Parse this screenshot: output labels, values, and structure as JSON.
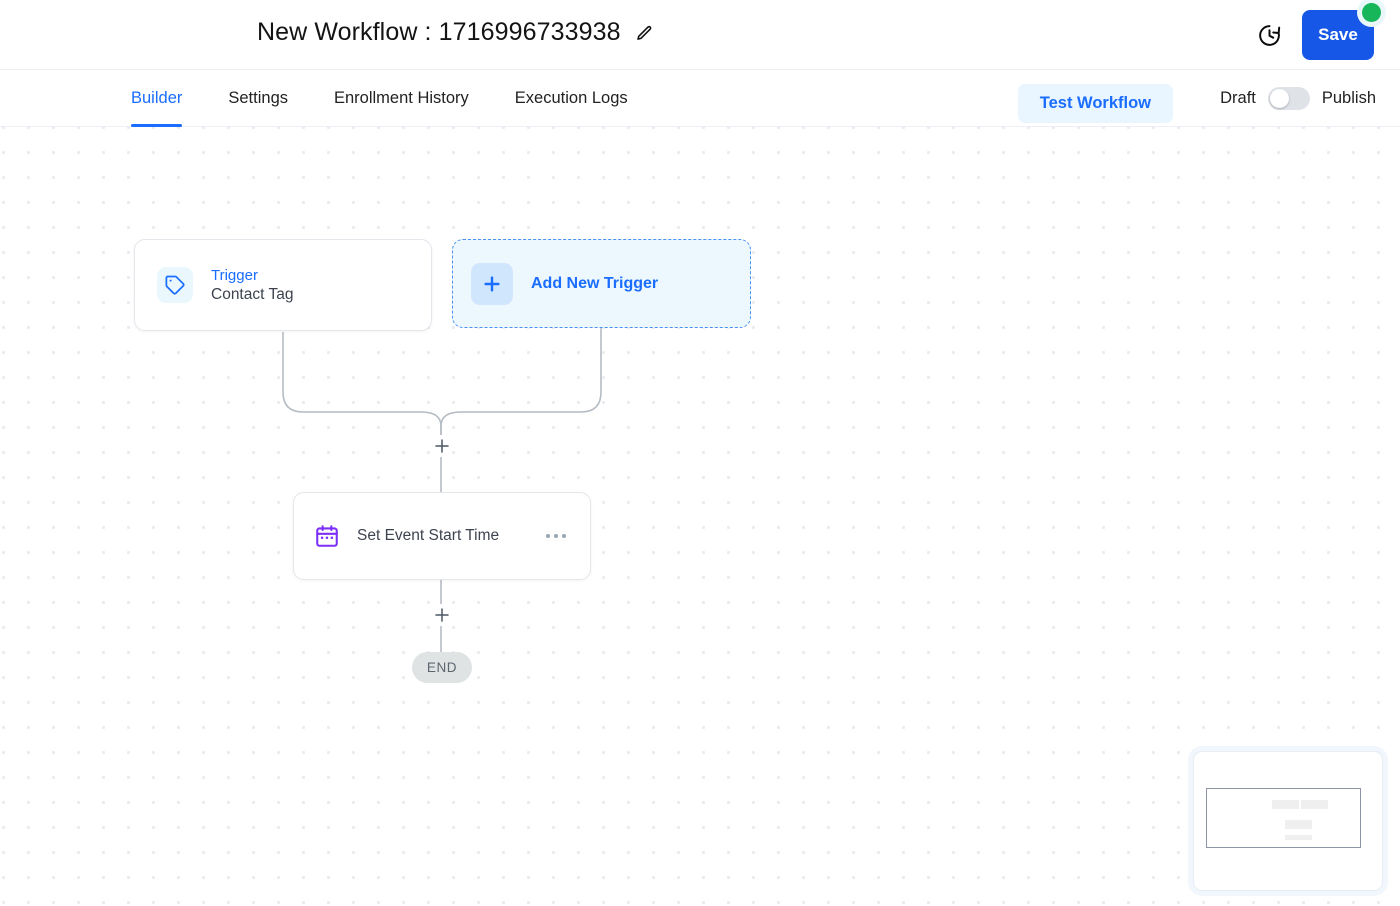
{
  "header": {
    "title": "New Workflow : 1716996733938",
    "edit_icon": "pencil-icon",
    "history_icon": "clock-history-icon",
    "save_label": "Save",
    "save_badge_color": "#17b65a",
    "accent_color": "#1757e8"
  },
  "tabbar": {
    "tabs": [
      {
        "label": "Builder",
        "active": true
      },
      {
        "label": "Settings",
        "active": false
      },
      {
        "label": "Enrollment History",
        "active": false
      },
      {
        "label": "Execution Logs",
        "active": false
      }
    ],
    "test_workflow_label": "Test Workflow",
    "toggle": {
      "left_label": "Draft",
      "right_label": "Publish",
      "state": "draft"
    }
  },
  "canvas": {
    "trigger_node": {
      "icon": "tag-icon",
      "icon_color": "#1a6dff",
      "title": "Trigger",
      "subtitle": "Contact Tag"
    },
    "add_trigger_node": {
      "icon": "plus-icon",
      "label": "Add New Trigger"
    },
    "action_node": {
      "icon": "calendar-icon",
      "icon_color": "#7b2ff7",
      "label": "Set Event Start Time",
      "menu_icon": "ellipsis-icon"
    },
    "add_step_handles": [
      {
        "name": "add-step-after-trigger",
        "icon": "plus-icon"
      },
      {
        "name": "add-step-after-action",
        "icon": "plus-icon"
      }
    ],
    "end_badge": "END"
  },
  "minimap": {
    "name": "canvas-minimap"
  }
}
